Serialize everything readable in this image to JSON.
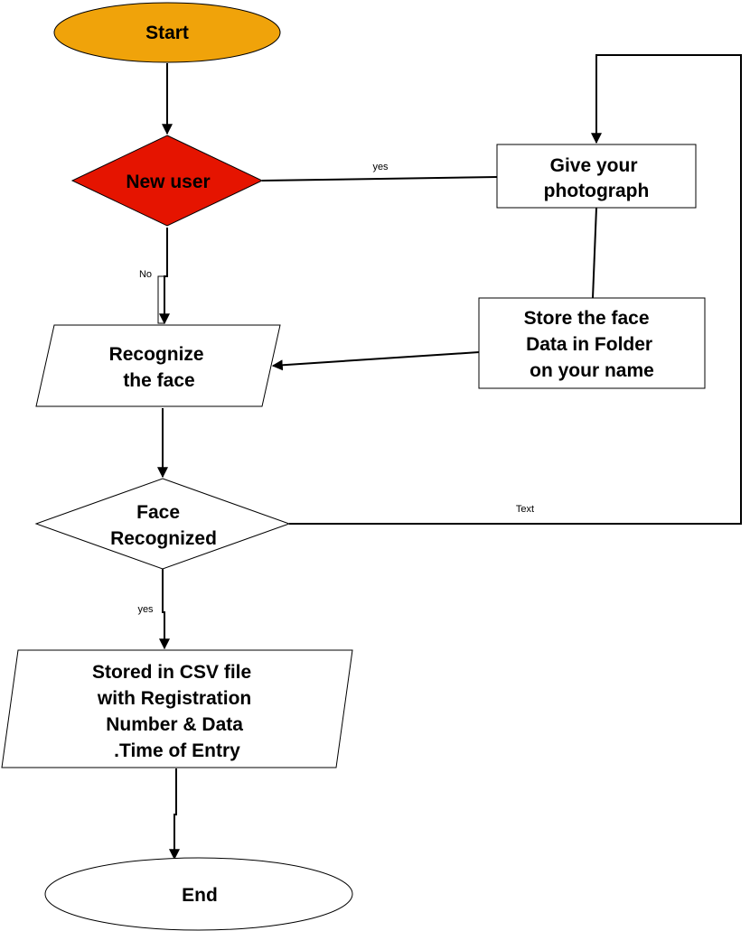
{
  "colors": {
    "start_fill": "#f0a30a",
    "start_stroke": "#c47f0a",
    "decision_fill": "#e51400",
    "decision_stroke": "#b20000",
    "default_fill": "#ffffff",
    "line": "#000000"
  },
  "nodes": {
    "start": {
      "label": "Start"
    },
    "new_user": {
      "label": "New user"
    },
    "give_photo": {
      "lines": [
        "Give your",
        "photograph"
      ]
    },
    "store_face": {
      "lines": [
        "Store the face",
        "Data in Folder",
        "on your name"
      ]
    },
    "recognize": {
      "lines": [
        "Recognize",
        "the face"
      ]
    },
    "face_recognized": {
      "lines": [
        "Face",
        "Recognized"
      ]
    },
    "stored_csv": {
      "lines": [
        "Stored in CSV file",
        "with Registration",
        "Number & Data",
        ".Time of Entry"
      ]
    },
    "end": {
      "label": "End"
    }
  },
  "edges": {
    "new_user_yes": "yes",
    "new_user_no": "No",
    "face_loop": "Text",
    "face_yes": "yes"
  }
}
